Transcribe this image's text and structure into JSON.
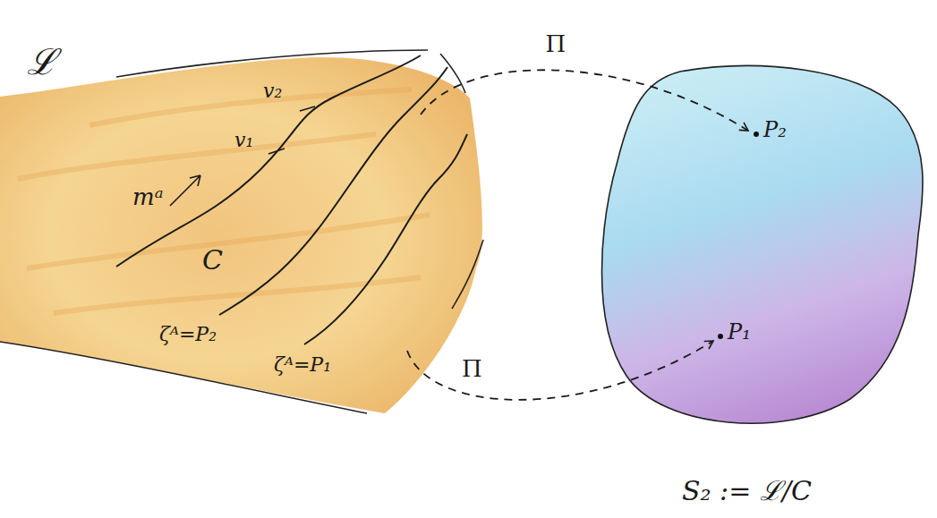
{
  "diagram": {
    "nodes": [
      {
        "text": [
          "ℒ"
        ]
      },
      {
        "text": [
          "P₂",
          "P₁",
          "S₂ := ℒ/C"
        ]
      }
    ],
    "edges": [
      {
        "from": 0,
        "to": 1,
        "arrow": "to",
        "label": "Π"
      },
      {
        "from": 0,
        "to": 1,
        "arrow": "to",
        "label": "Π"
      }
    ],
    "labels": [
      "v₂",
      "v₁",
      "mᵃ",
      "C",
      "ζᴬ=P₂",
      "ζᴬ=P₁"
    ]
  }
}
